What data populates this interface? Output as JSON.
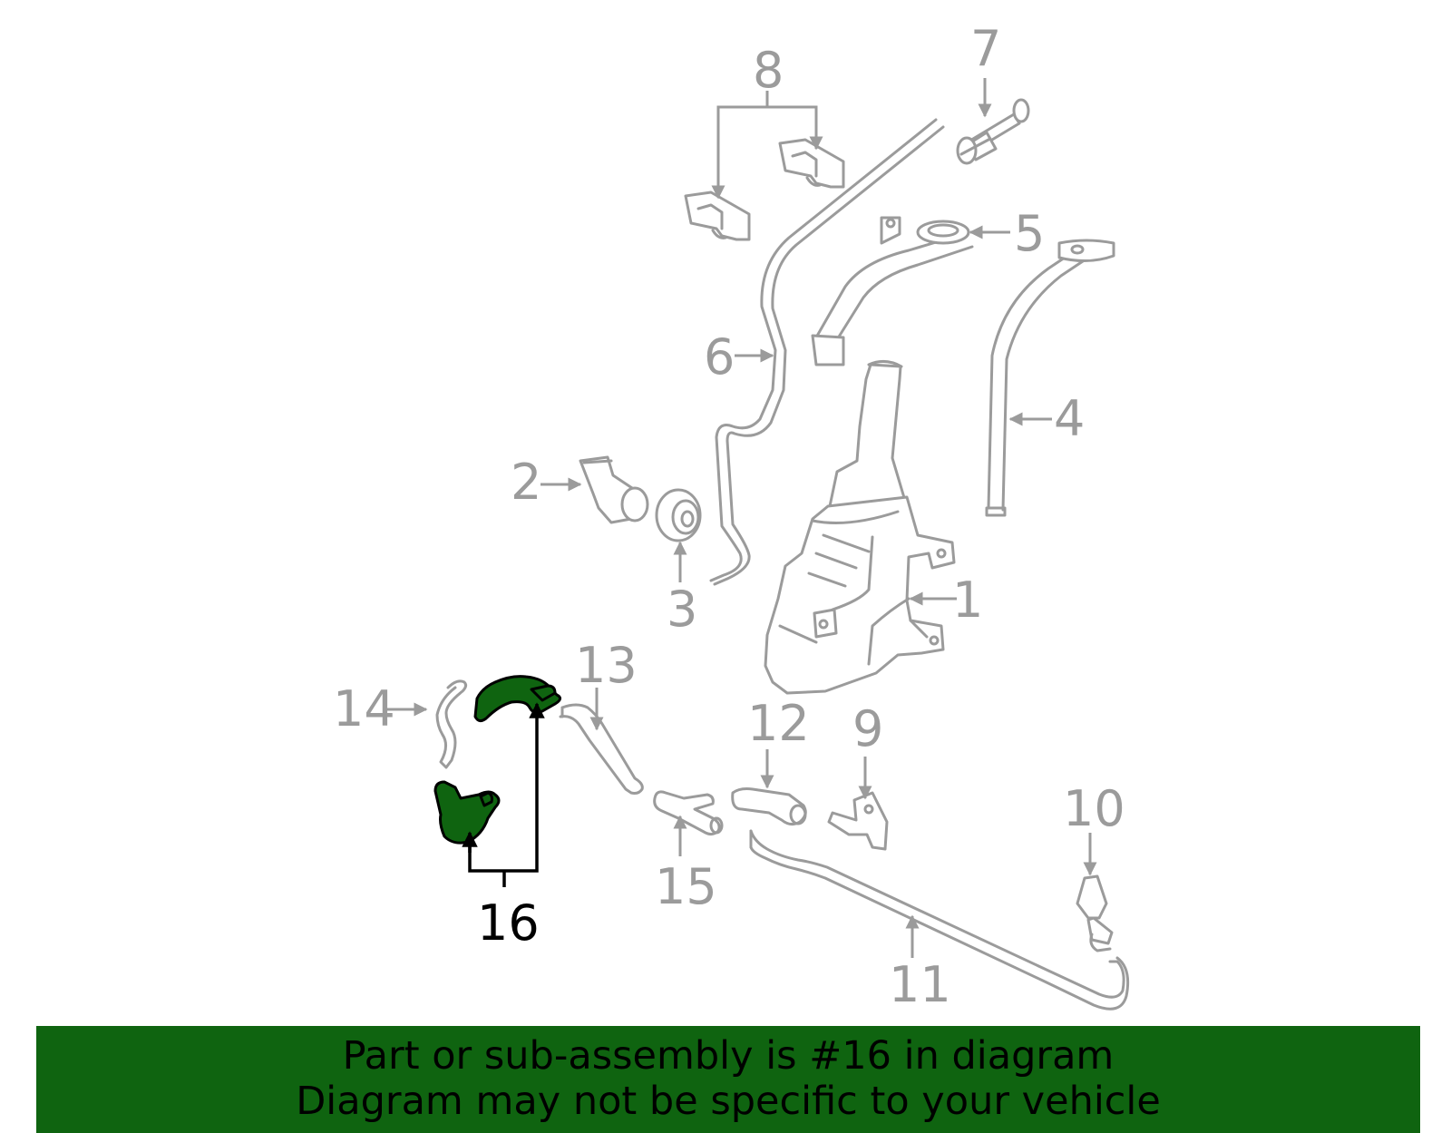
{
  "diagram": {
    "highlighted_part": "16",
    "labels": [
      "1",
      "2",
      "3",
      "4",
      "5",
      "6",
      "7",
      "8",
      "9",
      "10",
      "11",
      "12",
      "13",
      "14",
      "15",
      "16"
    ]
  },
  "colors": {
    "highlight": "#0f6410",
    "part_line": "#9b9b9b",
    "banner_bg": "#0f6410",
    "banner_text": "#000000"
  },
  "banner": {
    "line1": "Part or sub-assembly is #16 in diagram",
    "line2": "Diagram may not be specific to your vehicle"
  }
}
